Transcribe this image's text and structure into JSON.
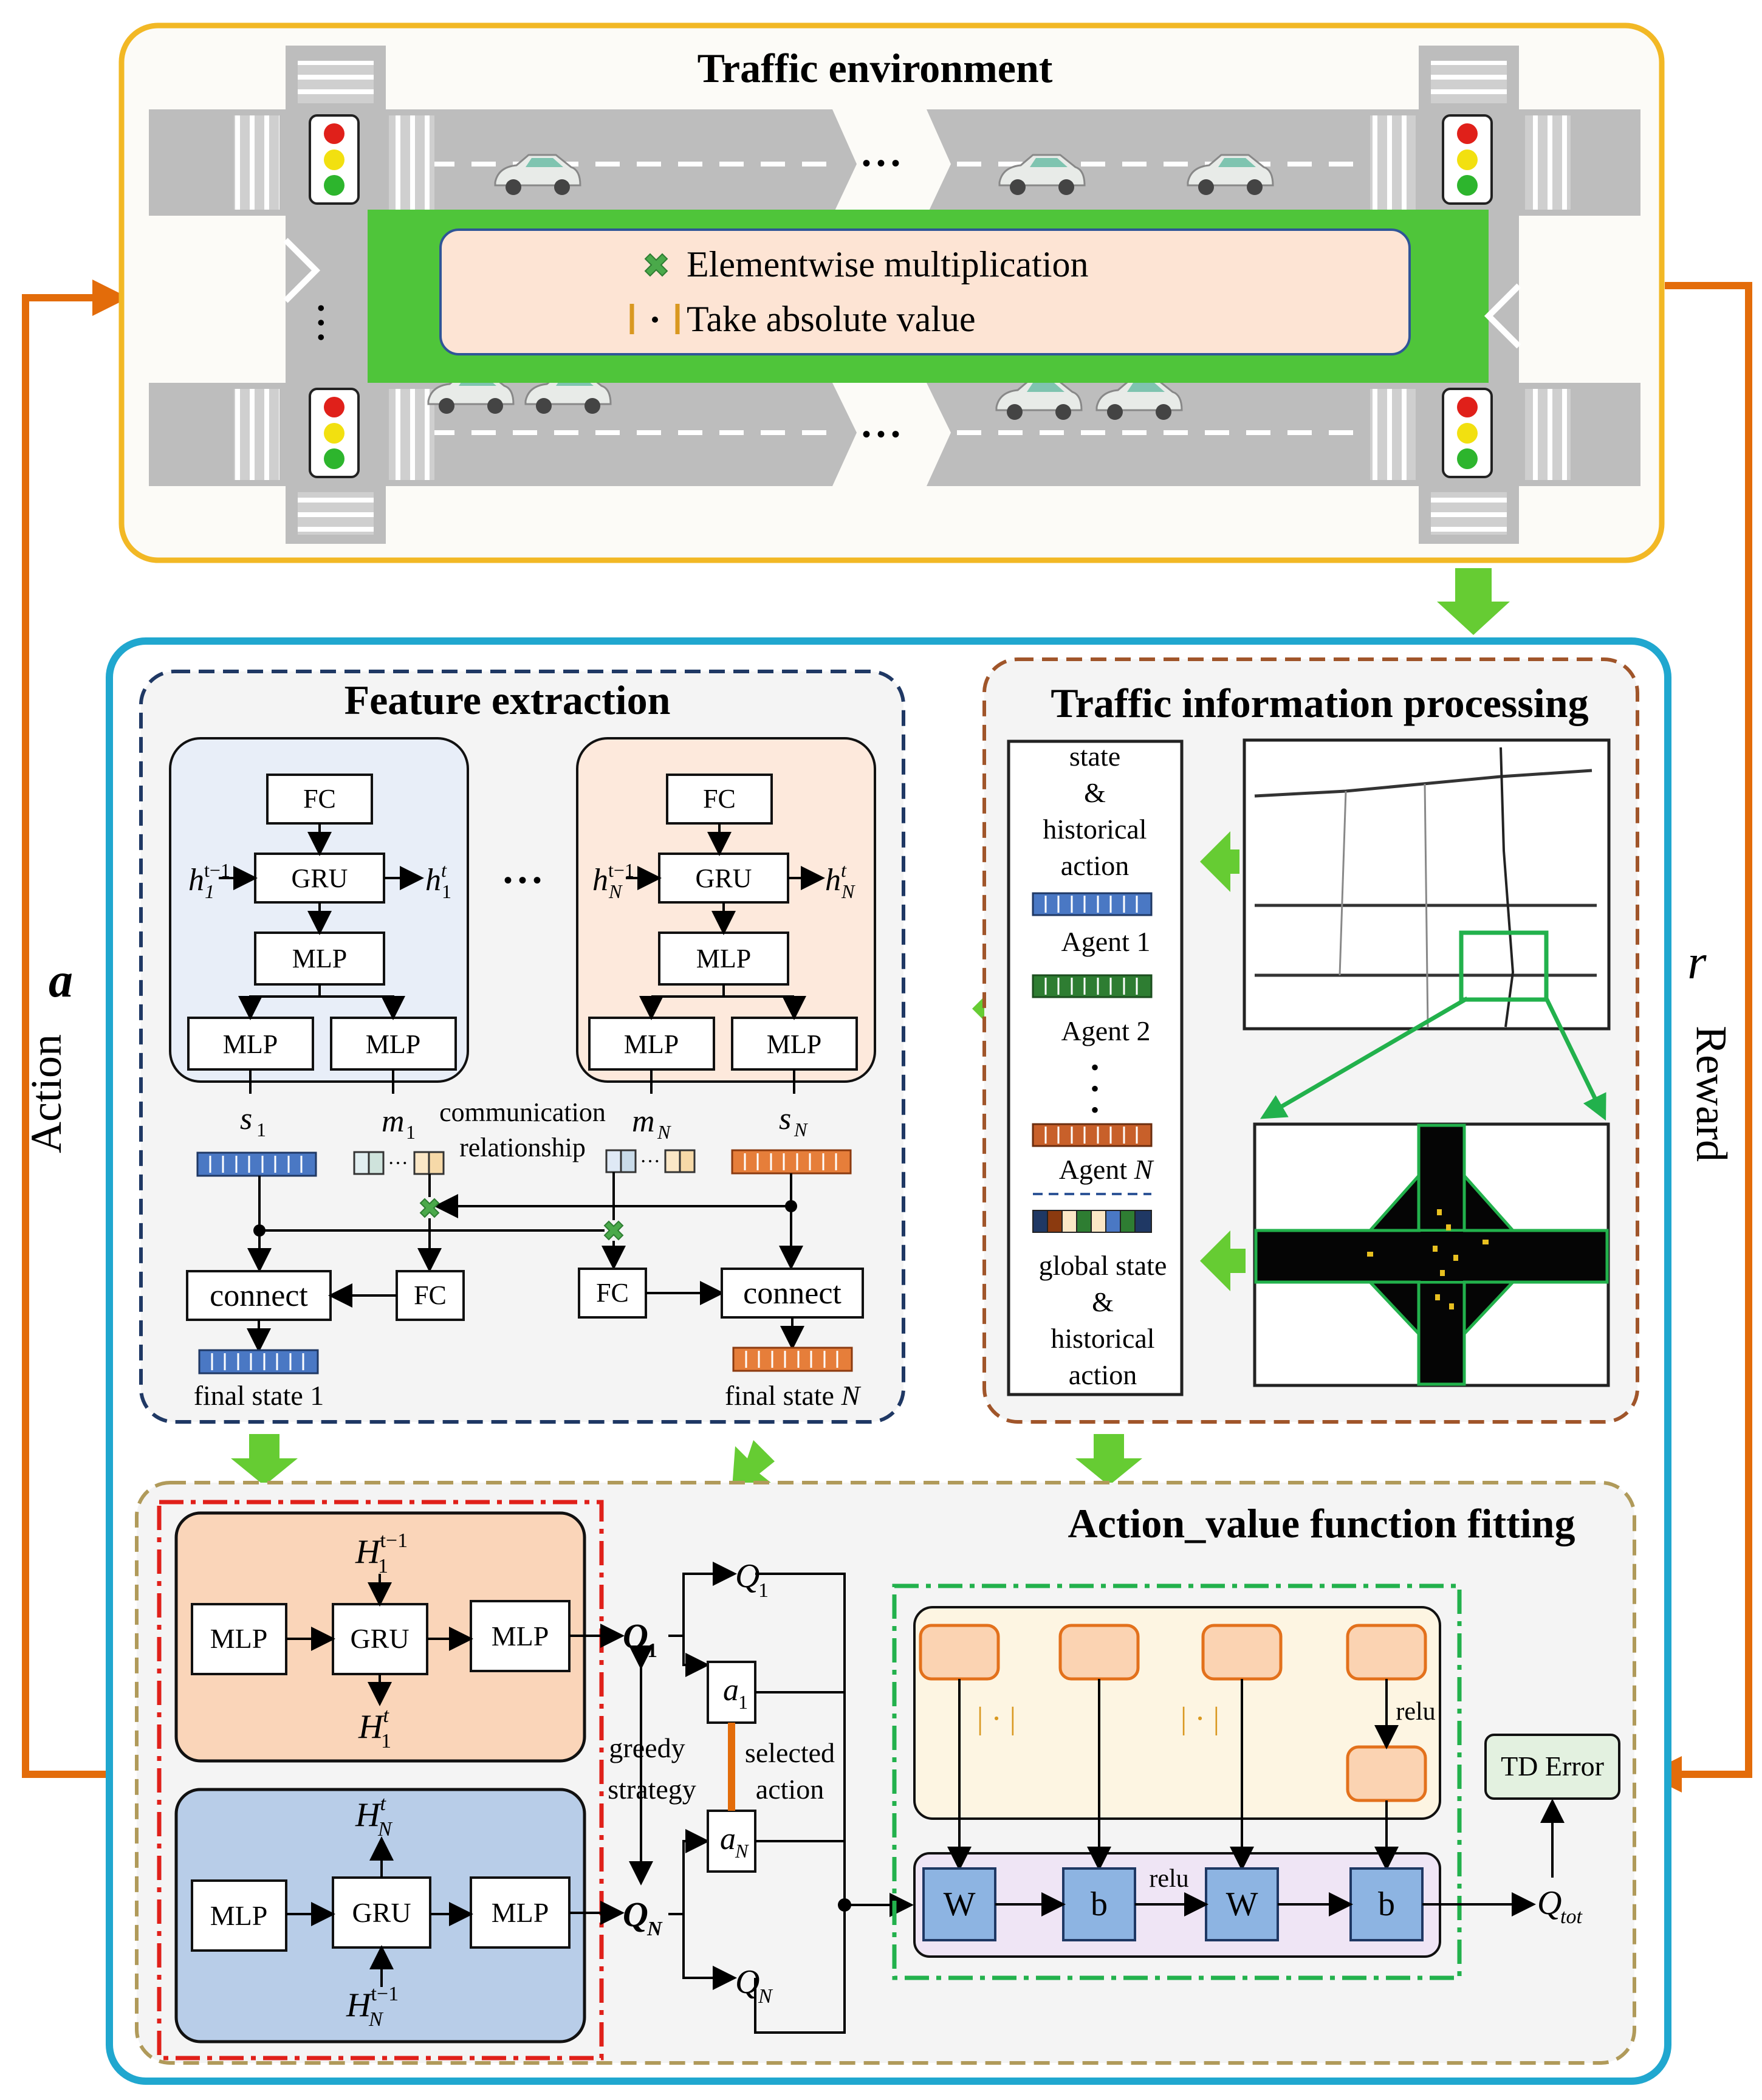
{
  "traffic_env": {
    "title": "Traffic environment",
    "legend_multiply": "Elementwise multiplication",
    "legend_abs": "Take absolute value",
    "dots": "• • •"
  },
  "feedback": {
    "action_symbol": "a",
    "action_label": "Action",
    "reward_symbol": "r",
    "reward_label": "Reward"
  },
  "feature_extraction": {
    "title": "Feature extraction",
    "fc": "FC",
    "gru": "GRU",
    "mlp": "MLP",
    "h1_prev": "h",
    "h1_prev_sup": "t−1",
    "h1_prev_sub": "1",
    "h1_next": "h",
    "h1_next_sup": "t",
    "h1_next_sub": "1",
    "hN_prev": "h",
    "hN_prev_sup": "t−1",
    "hN_prev_sub": "N",
    "hN_next": "h",
    "hN_next_sup": "t",
    "hN_next_sub": "N",
    "dots": "• • •",
    "s1": "s",
    "s1_sub": "1",
    "m1": "m",
    "m1_sub": "1",
    "mN": "m",
    "mN_sub": "N",
    "sN": "s",
    "sN_sub": "N",
    "comm_line1": "communication",
    "comm_line2": "relationship",
    "connect": "connect",
    "final1": "final state 1",
    "finalN_prefix": "final state ",
    "finalN_suffix": "N"
  },
  "traffic_info": {
    "title": "Traffic information processing",
    "state_lines": [
      "state",
      "&",
      "historical",
      "action"
    ],
    "agent1": "Agent 1",
    "agent2": "Agent 2",
    "agentN_prefix": "Agent ",
    "agentN_suffix": "N",
    "global_lines": [
      "global state",
      "&",
      "historical",
      "action"
    ]
  },
  "action_value": {
    "title": "Action_value function fitting",
    "mlp": "MLP",
    "gru": "GRU",
    "H1_prev": "H",
    "H1_prev_sup": "t−1",
    "H1_prev_sub": "1",
    "H1_next": "H",
    "H1_next_sup": "t",
    "H1_next_sub": "1",
    "HN_next": "H",
    "HN_next_sup": "t",
    "HN_next_sub": "N",
    "HN_prev": "H",
    "HN_prev_sup": "t−1",
    "HN_prev_sub": "N",
    "Q1": "Q",
    "Q1_sub": "1",
    "QN": "Q",
    "QN_sub": "N",
    "a1": "a",
    "a1_sub": "1",
    "aN": "a",
    "aN_sub": "N",
    "greedy": "greedy",
    "strategy": "strategy",
    "selected": "selected",
    "action": "action",
    "abs_symbol": "| · |",
    "relu": "relu",
    "W": "W",
    "b": "b",
    "td_error": "TD Error",
    "Qtot": "Q",
    "Qtot_sub": "tot"
  },
  "colors": {
    "env_border": "#f2b825",
    "env_bg": "#fcfbf7",
    "outer_border": "#20a7cf",
    "feedback_orange": "#e36c0a",
    "flow_green": "#66cc33",
    "legend_green": "#4fc53a",
    "legend_bg": "#fde4d4",
    "fe_border": "#1f3864",
    "tip_border": "#a0552a",
    "av_border": "#b09a5a",
    "red_dash": "#e0201a",
    "teal_dash": "#22b14c",
    "agent_blue_bg": "#e8eef8",
    "agent_orange_bg": "#fde9dc",
    "av_orange_bg": "#fad5b9",
    "av_blue_bg": "#b8cde8",
    "mix_bg": "#fdf5e2",
    "mix_node_fill": "#fbd3b2",
    "mix_node_stroke": "#e3711c",
    "wb_bg": "#efe5f5",
    "wb_fill": "#8db4e2",
    "td_bg": "#e3f1e0",
    "road": "#bdbdbd",
    "blue_vec": "#4a78c4",
    "green_vec": "#2e7d32",
    "orange_vec": "#e67e3a"
  }
}
